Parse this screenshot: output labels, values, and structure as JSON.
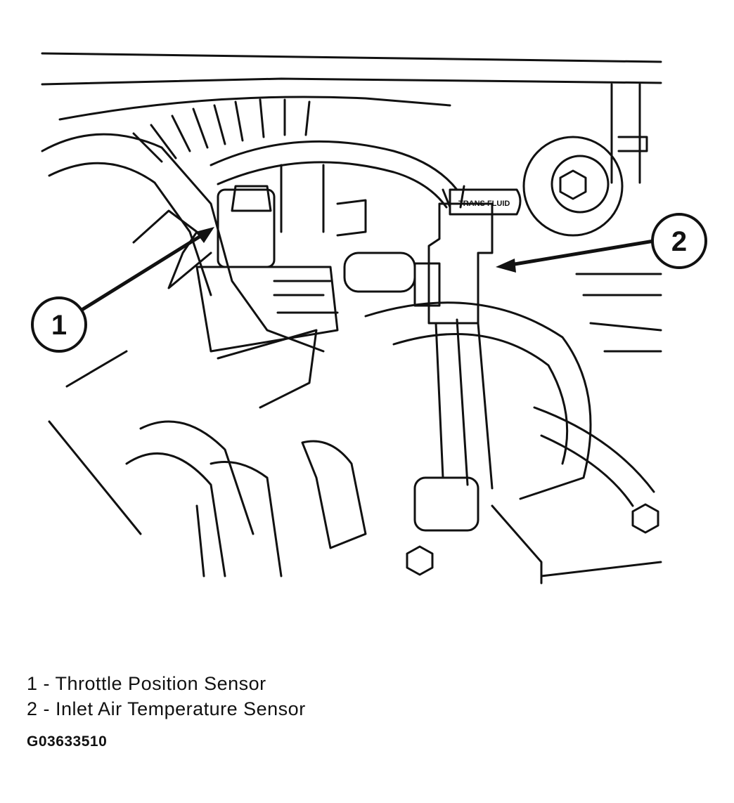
{
  "diagram": {
    "callouts": [
      {
        "number": "1"
      },
      {
        "number": "2"
      }
    ],
    "tag_label": "TRANS FLUID"
  },
  "legend": [
    {
      "text": "1 - Throttle Position Sensor"
    },
    {
      "text": "2 - Inlet Air Temperature Sensor"
    }
  ],
  "figure_id": "G03633510",
  "colors": {
    "ink": "#111111",
    "paper": "#ffffff"
  }
}
